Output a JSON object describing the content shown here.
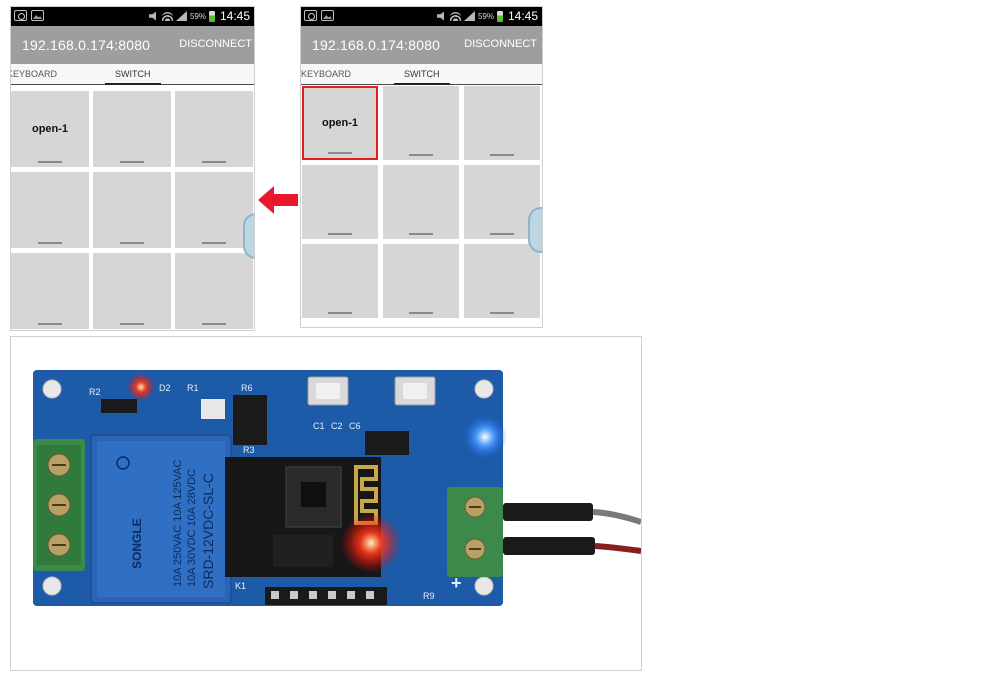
{
  "phones": [
    {
      "id": "left",
      "status_bar": {
        "battery": "59%",
        "time": "14:45"
      },
      "app_bar": {
        "address": "192.168.0.174:8080",
        "disconnect_label": "DISCONNECT"
      },
      "tabs": [
        {
          "label": "KEYBOARD",
          "selected": false
        },
        {
          "label": "SWITCH",
          "selected": true
        }
      ],
      "switch_grid": [
        {
          "label": "open-1",
          "highlighted": false
        },
        {
          "label": ""
        },
        {
          "label": ""
        },
        {
          "label": ""
        },
        {
          "label": ""
        },
        {
          "label": ""
        },
        {
          "label": ""
        },
        {
          "label": ""
        },
        {
          "label": ""
        }
      ]
    },
    {
      "id": "right",
      "status_bar": {
        "battery": "59%",
        "time": "14:45"
      },
      "app_bar": {
        "address": "192.168.0.174:8080",
        "disconnect_label": "DISCONNECT"
      },
      "tabs": [
        {
          "label": "KEYBOARD",
          "selected": false
        },
        {
          "label": "SWITCH",
          "selected": true
        }
      ],
      "switch_grid": [
        {
          "label": "open-1",
          "highlighted": true
        },
        {
          "label": ""
        },
        {
          "label": ""
        },
        {
          "label": ""
        },
        {
          "label": ""
        },
        {
          "label": ""
        },
        {
          "label": ""
        },
        {
          "label": ""
        },
        {
          "label": ""
        }
      ]
    }
  ],
  "arrow": {
    "direction": "left",
    "color": "#e8192c"
  },
  "relay_photo": {
    "relay_brand": "SONGLE",
    "relay_ratings": [
      "10A 250VAC  10A 125VAC",
      "10A 30VDC  10A 28VDC"
    ],
    "relay_model": "SRD-12VDC-SL-C",
    "board_labels": [
      "R2",
      "D2",
      "R1",
      "R6",
      "C1",
      "R3",
      "C2",
      "C6",
      "K1",
      "R9"
    ],
    "plus_mark": "+",
    "colors": {
      "pcb": "#1d5ba8",
      "relay": "#2a63b8",
      "terminal": "#3c8a4a",
      "led_red": "#ff2a1a",
      "led_blue": "#4fa0ff"
    }
  },
  "icons": [
    "usb-icon",
    "gallery-icon",
    "mute-icon",
    "wifi-icon",
    "signal-icon",
    "battery-icon",
    "arrow-left-icon"
  ]
}
